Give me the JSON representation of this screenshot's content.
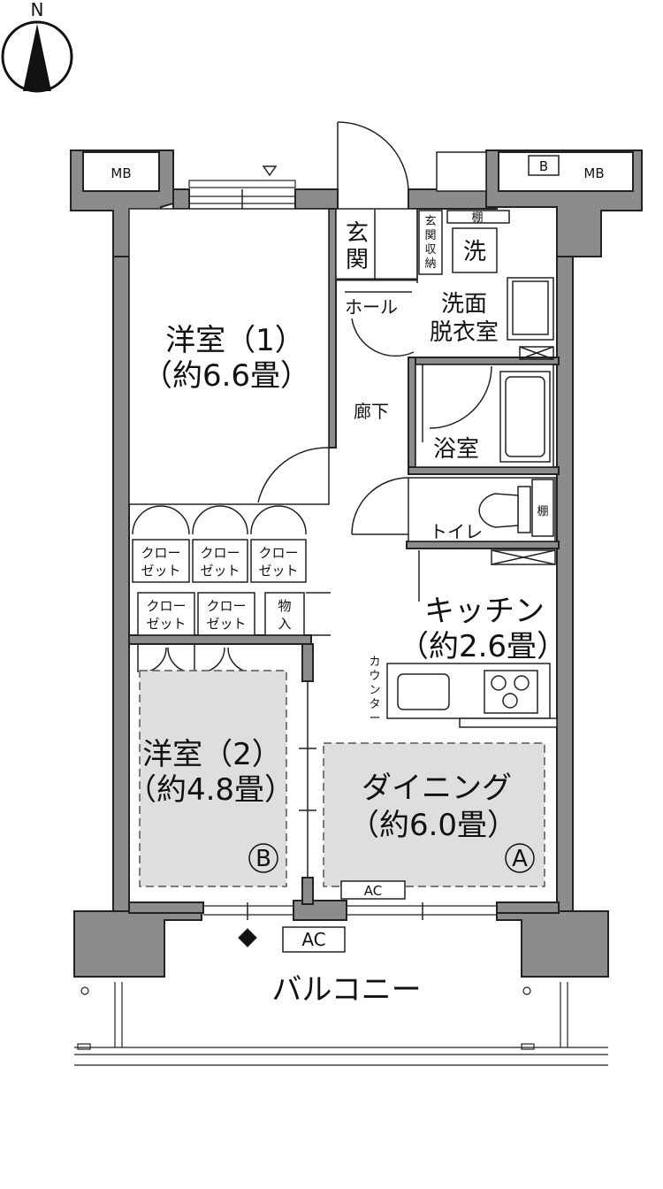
{
  "compass": {
    "north_label": "N"
  },
  "labels": {
    "mb_left": "MB",
    "mb_right": "MB",
    "b_box": "B",
    "genkan_1": "玄",
    "genkan_2": "関",
    "genkan_storage": [
      "玄",
      "関",
      "収",
      "納"
    ],
    "washer": "洗",
    "shelf_top": "棚",
    "hall": "ホール",
    "washroom_1": "洗面",
    "washroom_2": "脱衣室",
    "western1_name": "洋室（1）",
    "western1_size": "（約6.6畳）",
    "corridor": "廊下",
    "bath": "浴室",
    "toilet": "トイレ",
    "shelf_toilet": "棚",
    "closet_top": "クロー",
    "closet_bottom": "ゼット",
    "storage_1": "物",
    "storage_2": "入",
    "kitchen_name": "キッチン",
    "kitchen_size": "（約2.6畳）",
    "counter": [
      "カ",
      "ウ",
      "ン",
      "タ",
      "ー"
    ],
    "western2_name": "洋室（2）",
    "western2_size": "（約4.8畳）",
    "dining_name": "ダイニング",
    "dining_size": "（約6.0畳）",
    "marker_b": "B",
    "marker_a": "A",
    "ac_indoor": "AC",
    "ac_outdoor": "AC",
    "balcony": "バルコニー"
  },
  "colors": {
    "wall_fill": "#8c8c8c",
    "wall_stroke": "#222222",
    "room_fill": "#ffffff",
    "highlight_fill": "#dedede"
  }
}
